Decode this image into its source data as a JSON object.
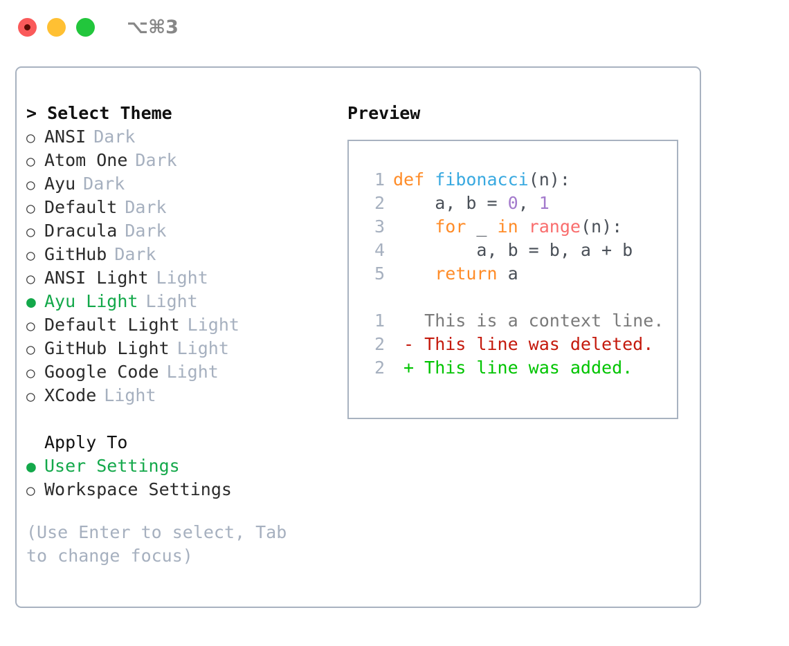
{
  "titlebar": {
    "shortcut": "⌥⌘3",
    "dots": [
      {
        "name": "close-dot",
        "color": "#fa5a5a"
      },
      {
        "name": "minimize-dot",
        "color": "#ffc033"
      },
      {
        "name": "maximize-dot",
        "color": "#22c63c"
      }
    ]
  },
  "theme_section": {
    "header": "> Select Theme",
    "focused": true,
    "items": [
      {
        "marker": "○",
        "label": "ANSI",
        "variant": "Dark",
        "selected": false
      },
      {
        "marker": "○",
        "label": "Atom One",
        "variant": "Dark",
        "selected": false
      },
      {
        "marker": "○",
        "label": "Ayu",
        "variant": "Dark",
        "selected": false
      },
      {
        "marker": "○",
        "label": "Default",
        "variant": "Dark",
        "selected": false
      },
      {
        "marker": "○",
        "label": "Dracula",
        "variant": "Dark",
        "selected": false
      },
      {
        "marker": "○",
        "label": "GitHub",
        "variant": "Dark",
        "selected": false
      },
      {
        "marker": "○",
        "label": "ANSI Light",
        "variant": "Light",
        "selected": false
      },
      {
        "marker": "●",
        "label": "Ayu Light",
        "variant": "Light",
        "selected": true
      },
      {
        "marker": "○",
        "label": "Default Light",
        "variant": "Light",
        "selected": false
      },
      {
        "marker": "○",
        "label": "GitHub Light",
        "variant": "Light",
        "selected": false
      },
      {
        "marker": "○",
        "label": "Google Code",
        "variant": "Light",
        "selected": false
      },
      {
        "marker": "○",
        "label": "XCode",
        "variant": "Light",
        "selected": false
      }
    ]
  },
  "apply_section": {
    "header": "Apply To",
    "focused": false,
    "items": [
      {
        "marker": "●",
        "label": "User Settings",
        "selected": true
      },
      {
        "marker": "○",
        "label": "Workspace Settings",
        "selected": false
      }
    ]
  },
  "hint": "(Use Enter to select, Tab to change focus)",
  "preview": {
    "title": "Preview",
    "code_lines": [
      {
        "num": "1",
        "tokens": [
          {
            "t": "def ",
            "c": "kw"
          },
          {
            "t": "fibonacci",
            "c": "fn"
          },
          {
            "t": "(n):",
            "c": "pln"
          }
        ]
      },
      {
        "num": "2",
        "tokens": [
          {
            "t": "    a, b = ",
            "c": "pln"
          },
          {
            "t": "0",
            "c": "num"
          },
          {
            "t": ", ",
            "c": "pln"
          },
          {
            "t": "1",
            "c": "num"
          }
        ]
      },
      {
        "num": "3",
        "tokens": [
          {
            "t": "    ",
            "c": "pln"
          },
          {
            "t": "for",
            "c": "kw"
          },
          {
            "t": " _ ",
            "c": "pln"
          },
          {
            "t": "in",
            "c": "kw"
          },
          {
            "t": " ",
            "c": "pln"
          },
          {
            "t": "range",
            "c": "call"
          },
          {
            "t": "(n):",
            "c": "pln"
          }
        ]
      },
      {
        "num": "4",
        "tokens": [
          {
            "t": "        a, b = b, a + b",
            "c": "pln"
          }
        ]
      },
      {
        "num": "5",
        "tokens": [
          {
            "t": "    ",
            "c": "pln"
          },
          {
            "t": "return",
            "c": "kw"
          },
          {
            "t": " a",
            "c": "pln"
          }
        ]
      }
    ],
    "diff_lines": [
      {
        "num": "1",
        "tokens": [
          {
            "t": "   This is a context line.",
            "c": "ctx"
          }
        ]
      },
      {
        "num": "2",
        "tokens": [
          {
            "t": " - This line was deleted.",
            "c": "del"
          }
        ]
      },
      {
        "num": "2",
        "tokens": [
          {
            "t": " + This line was added.",
            "c": "add"
          }
        ]
      }
    ]
  }
}
